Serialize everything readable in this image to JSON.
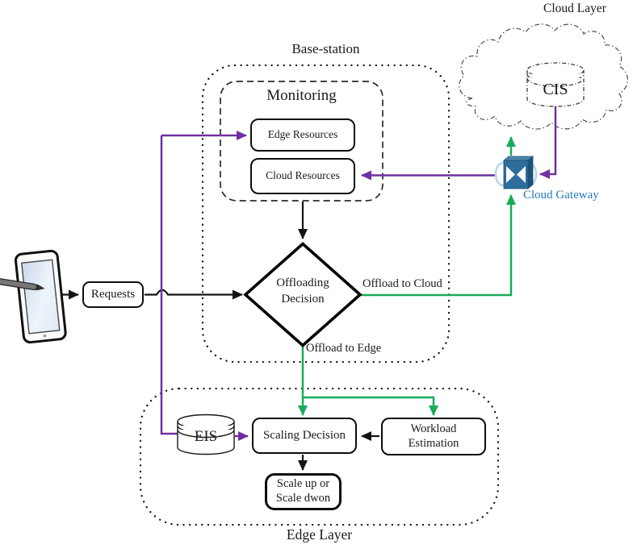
{
  "colors": {
    "purple": "#7030A0",
    "green": "#19AC5A",
    "ink": "#141414",
    "gateway_blue": "#2E6D9C",
    "gateway_label": "#2878B8"
  },
  "cloud_layer": {
    "label": "Cloud Layer",
    "cis": "CIS",
    "gateway_label": "Cloud Gateway"
  },
  "base_station": {
    "label": "Base-station",
    "monitoring_label": "Monitoring",
    "edge_resources": "Edge Resources",
    "cloud_resources": "Cloud Resources",
    "decision_line1": "Offloading",
    "decision_line2": "Decision"
  },
  "flows": {
    "requests": "Requests",
    "offload_to_cloud": "Offload to Cloud",
    "offload_to_edge": "Offload to Edge"
  },
  "edge_layer": {
    "label": "Edge Layer",
    "eis": "EIS",
    "scaling_decision": "Scaling Decision",
    "workload_line1": "Workload",
    "workload_line2": "Estimation",
    "scale_line1": "Scale up or",
    "scale_line2": "Scale dwon"
  }
}
